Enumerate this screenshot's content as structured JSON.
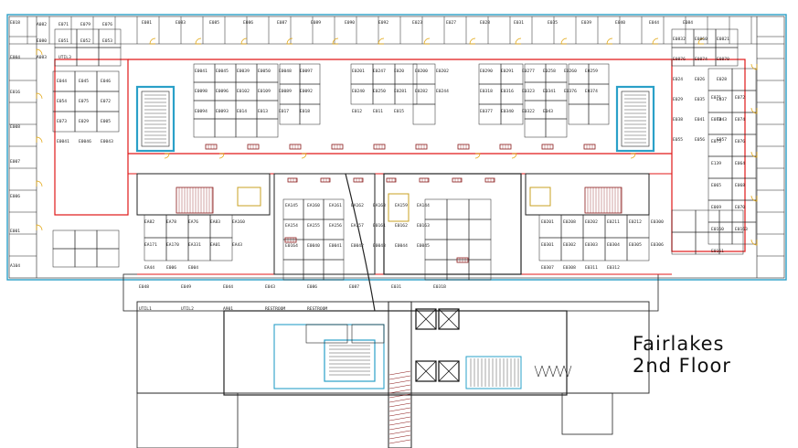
{
  "title": {
    "line1": "Fairlakes",
    "line2": "2nd Floor"
  },
  "colors": {
    "wall": "#222222",
    "exterior": "#2aa0c8",
    "corridor": "#e01818",
    "door": "#e0a000",
    "stair": "#2aa0c8",
    "furniture": "#8b1a1a",
    "elevator": "#111111"
  },
  "rooms": {
    "top_perimeter": [
      "E081",
      "E083",
      "E085",
      "E086",
      "E087",
      "E089",
      "E090",
      "E092",
      "E023",
      "E027",
      "E028",
      "E031",
      "E035",
      "E039",
      "E040",
      "E044",
      "E084"
    ],
    "top_left_block": [
      "A082",
      "E071",
      "E079",
      "E076",
      "E080",
      "E051",
      "E052",
      "E053",
      "A083",
      "UTIL3"
    ],
    "left_column": [
      "E018",
      "E004",
      "E016",
      "E008",
      "E007",
      "E006",
      "E001",
      "A104"
    ],
    "left_offices": [
      "E044",
      "E045",
      "E046",
      "E054",
      "E075",
      "E072",
      "E073",
      "E029",
      "E005",
      "E0041",
      "E0046",
      "E0043"
    ],
    "north_core_left": [
      "E0041",
      "E0045",
      "E0039",
      "E0050",
      "E0048",
      "E0097",
      "E0098",
      "E0096",
      "E0102",
      "E0109",
      "E0089",
      "E0092",
      "E0094",
      "E0093",
      "E014",
      "E013",
      "E017",
      "E018"
    ],
    "north_core_mid": [
      "E0201",
      "E0247",
      "E020",
      "E0200",
      "E0202",
      "E0240",
      "E0250",
      "E0281",
      "E0282",
      "E0244",
      "E012",
      "E011",
      "E015"
    ],
    "north_core_right": [
      "E0290",
      "E0291",
      "E0277",
      "E0258",
      "E0260",
      "E0259",
      "E0318",
      "E0316",
      "E0323",
      "E0341",
      "E0376",
      "E0374",
      "E0377",
      "E0340",
      "E0322",
      "E043"
    ],
    "right_column": [
      "E0832",
      "E0860",
      "E0821",
      "E0876",
      "E0874",
      "E0870",
      "E024",
      "E026",
      "E028",
      "E029",
      "E035",
      "E037",
      "E038",
      "E041",
      "E043",
      "E055",
      "E056",
      "E057"
    ],
    "right_offices": [
      "E071",
      "E072",
      "E073",
      "E074",
      "E075",
      "E076",
      "E139",
      "E064",
      "E065",
      "E068",
      "E069",
      "E070",
      "E0160",
      "E0163",
      "E0161"
    ],
    "south_left": [
      "EA82",
      "EA78",
      "EA76",
      "EA83",
      "EA160",
      "EA171",
      "EA170",
      "EA331",
      "EA01",
      "EA43",
      "EA44",
      "E006",
      "E004"
    ],
    "south_mid": [
      "EA145",
      "EA160",
      "EA161",
      "EA162",
      "EA163",
      "EA159",
      "EA144",
      "EA154",
      "EA155",
      "EA156",
      "EA157",
      "E0161",
      "E0162",
      "E0163",
      "E0164",
      "E0040",
      "E0041",
      "E0042",
      "E0043",
      "E0044",
      "E0045"
    ],
    "south_right": [
      "E0201",
      "E0208",
      "E0202",
      "E0211",
      "E0212",
      "E0300",
      "E0301",
      "E0302",
      "E0303",
      "E0304",
      "E0305",
      "E0306",
      "E0307",
      "E0308",
      "E0311",
      "E0312"
    ],
    "south_wing": [
      "E048",
      "E049",
      "E044",
      "E043",
      "E086",
      "E087",
      "E031",
      "E031B",
      "UTIL1",
      "UTIL2",
      "A901",
      "RESTROOM",
      "RESTROOM_"
    ]
  }
}
